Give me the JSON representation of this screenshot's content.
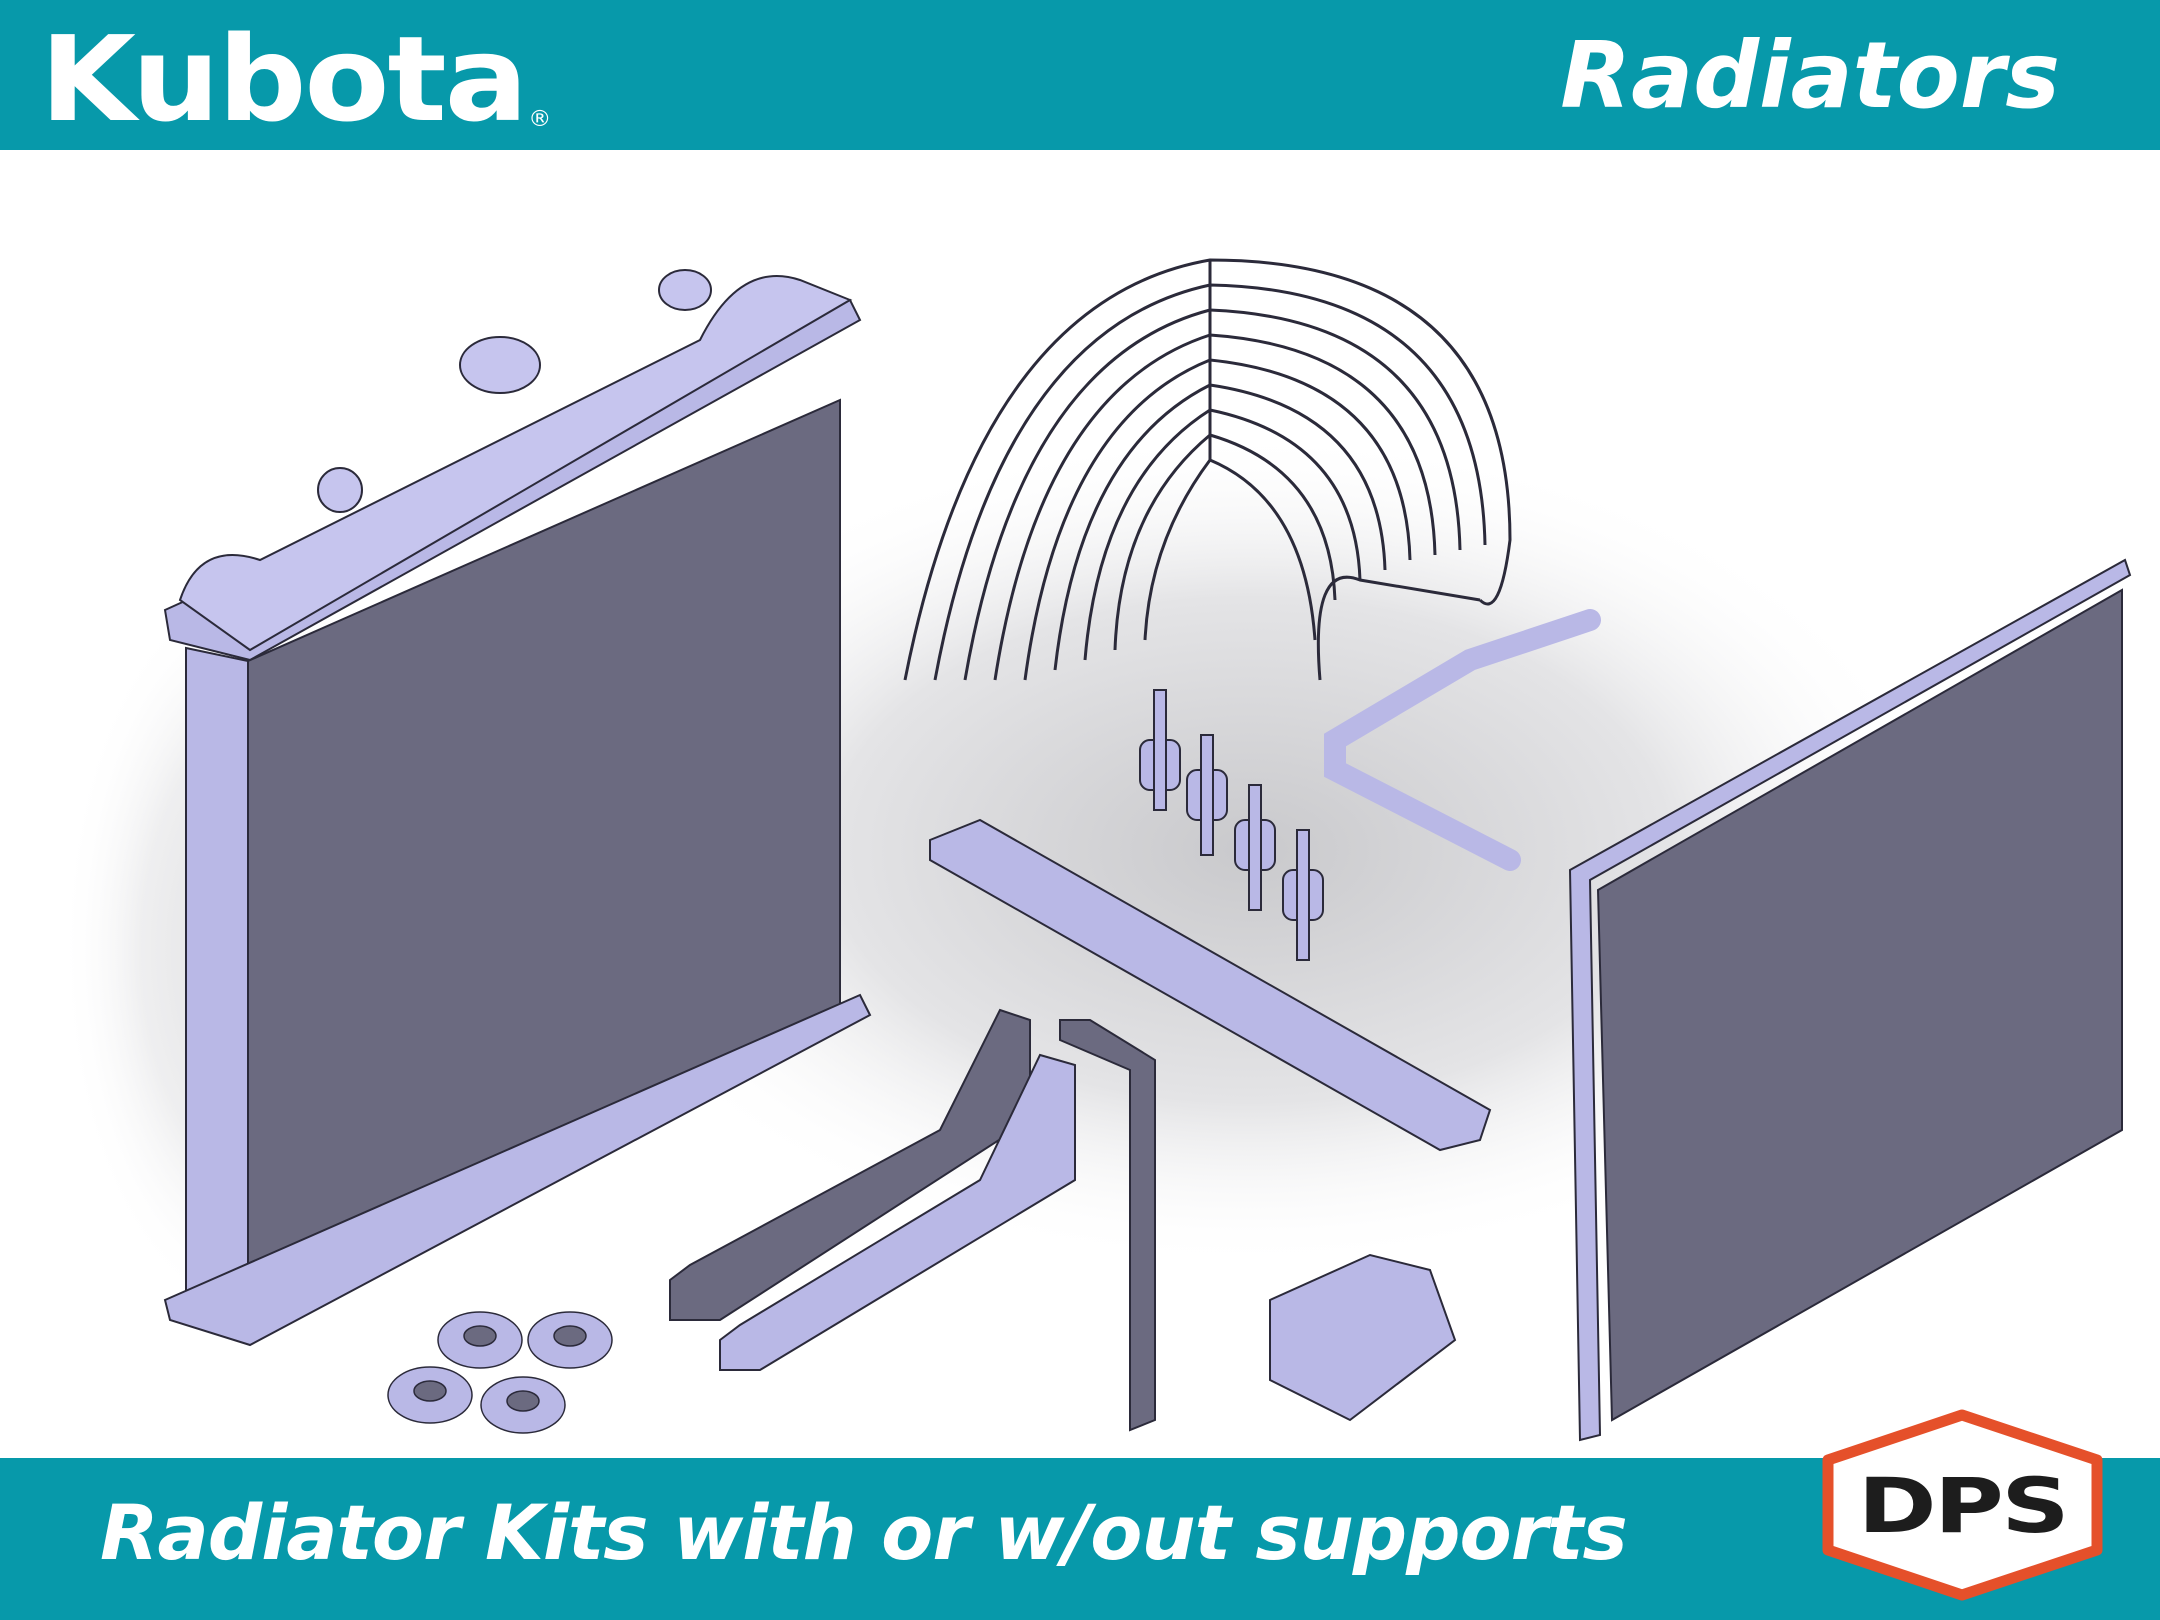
{
  "header": {
    "brand_logo": "Kubota",
    "registered_mark": "®",
    "title": "Radiators"
  },
  "footer": {
    "tagline": "Radiator Kits with or w/out supports",
    "dps_logo": "DPS"
  },
  "colors": {
    "band": "#0799aa",
    "part_face": "#6b6a80",
    "part_light": "#b9b8e6",
    "dps_border": "#e5502a",
    "dps_text": "#1d1d1d"
  },
  "illustration": {
    "parts": [
      "radiator-core",
      "fan-guard",
      "rubber-mounts",
      "support-rod",
      "mounting-bar",
      "side-brackets",
      "strap-bracket",
      "corner-bracket",
      "washers",
      "condenser-panel"
    ]
  }
}
